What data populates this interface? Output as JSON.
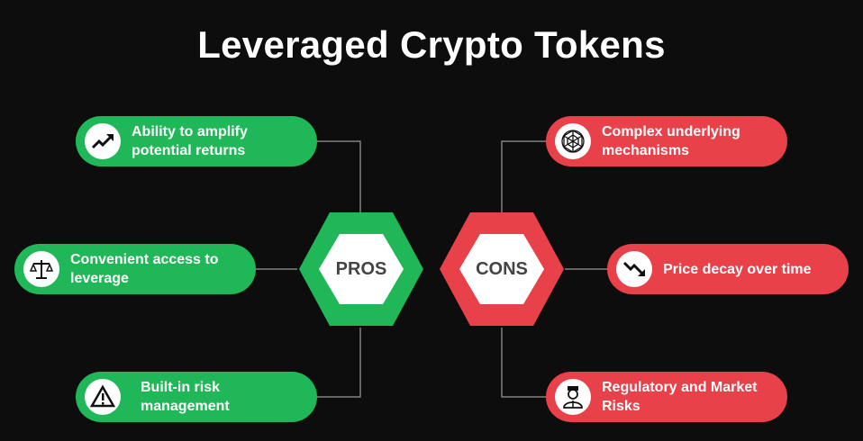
{
  "title": "Leveraged Crypto Tokens",
  "pros": {
    "label": "PROS",
    "color": "#1fb757",
    "items": [
      {
        "text": "Ability to amplify potential returns",
        "icon": "trending-up-icon"
      },
      {
        "text": "Convenient access to leverage",
        "icon": "scales-icon"
      },
      {
        "text": "Built-in risk management",
        "icon": "warning-icon"
      }
    ]
  },
  "cons": {
    "label": "CONS",
    "color": "#e8414a",
    "items": [
      {
        "text": "Complex underlying mechanisms",
        "icon": "network-icon"
      },
      {
        "text": "Price decay over time",
        "icon": "trending-down-icon"
      },
      {
        "text": "Regulatory and Market Risks",
        "icon": "regulator-icon"
      }
    ]
  }
}
